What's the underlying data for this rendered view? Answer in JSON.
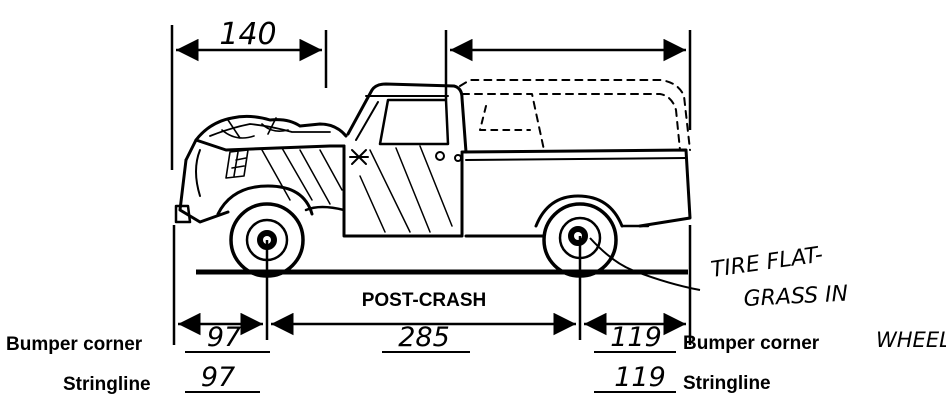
{
  "title": "POST-CRASH",
  "top_dimension": "140",
  "labels": {
    "bumper_corner": "Bumper corner",
    "stringline": "Stringline"
  },
  "front": {
    "bumper_corner": "97",
    "stringline": "97"
  },
  "wheelbase": "285",
  "rear": {
    "bumper_corner": "119",
    "stringline": "119"
  },
  "note": {
    "line1": "TIRE FLAT-",
    "line2": "GRASS IN",
    "line3": "WHEEL"
  }
}
